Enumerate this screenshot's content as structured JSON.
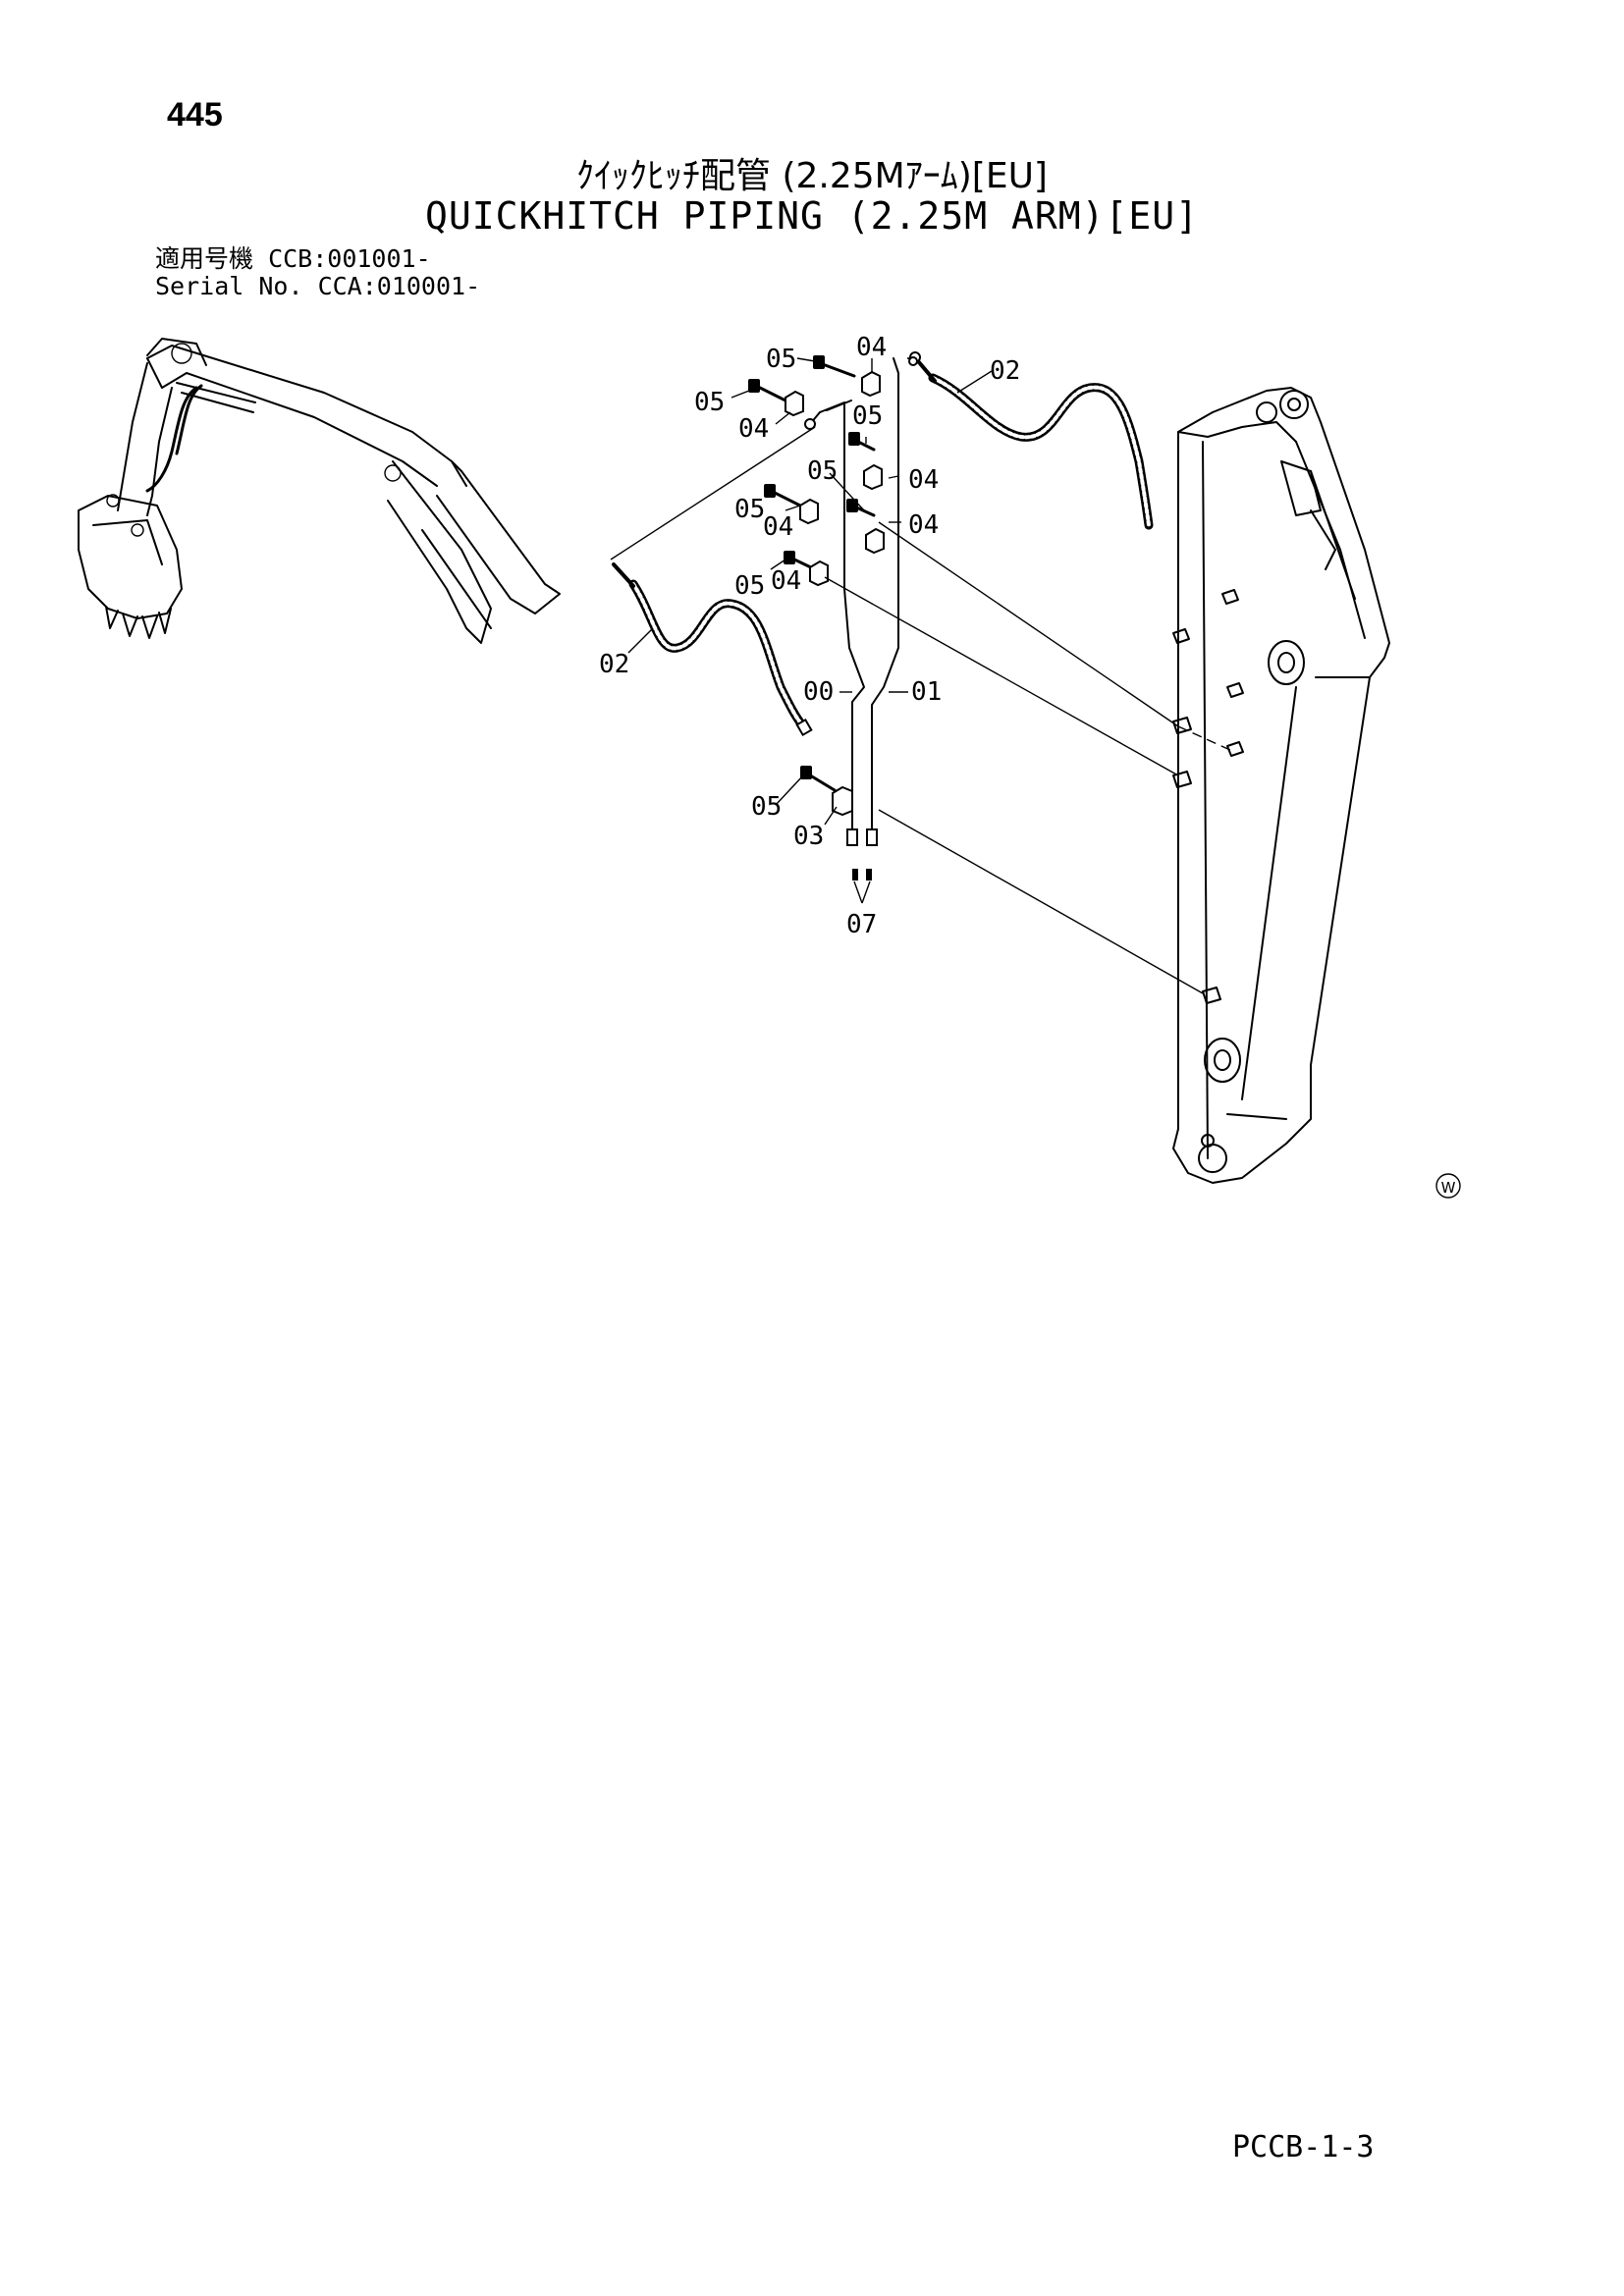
{
  "page_number": "445",
  "title_ja": "ｸｲｯｸﾋｯﾁ配管 (2.25Mｱｰﾑ)[EU]",
  "title_en": "QUICKHITCH PIPING (2.25M ARM)[EU]",
  "applicability": [
    {
      "label": "適用号機",
      "value": "CCB:001001-"
    },
    {
      "label": "Serial No.",
      "value": "CCA:010001-"
    }
  ],
  "callouts": {
    "c05a": "05",
    "c04a": "04",
    "c02a": "02",
    "c05b": "05",
    "c04b": "04",
    "c05c": "05",
    "c04c": "04",
    "c05d": "05",
    "c04d": "04",
    "c04e": "04",
    "c05e": "05",
    "c04f": "04",
    "c02b": "02",
    "c00": "00",
    "c01": "01",
    "c05f": "05",
    "c03": "03",
    "c07": "07"
  },
  "symbol": "Ⓦ",
  "doc_code": "PCCB-1-3"
}
